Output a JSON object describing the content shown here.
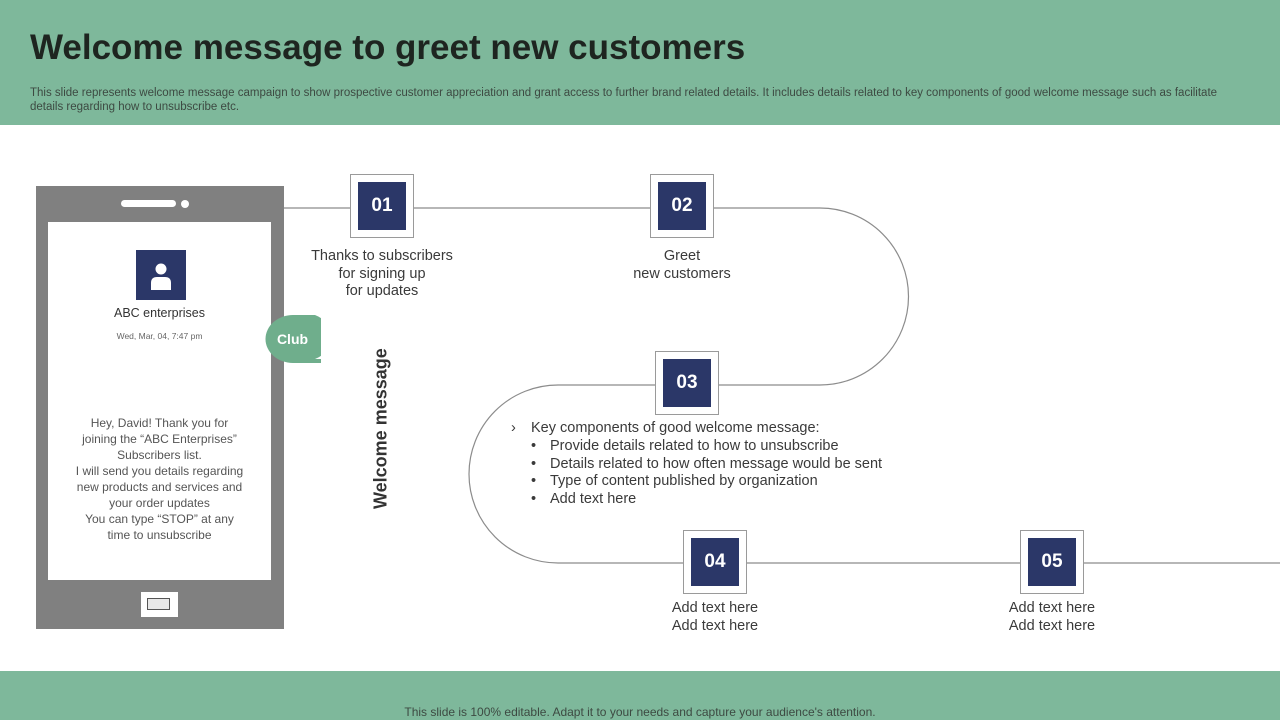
{
  "header": {
    "title": "Welcome message to greet new customers",
    "description": "This slide represents welcome message campaign to show prospective customer appreciation and grant access to further brand related details. It includes details related to key components of good welcome message such as facilitate details regarding how to unsubscribe etc."
  },
  "phone": {
    "sender": "ABC enterprises",
    "date": "Wed, Mar, 04, 7:47 pm",
    "message_lines": [
      "Hey, David!  Thank  you for",
      "joining the “ABC Enterprises”",
      "Subscribers list.",
      "I will send you details regarding",
      "new products and services  and",
      "your order updates",
      "You can type “STOP” at any",
      "time to unsubscribe"
    ],
    "badge_label": "Club"
  },
  "vertical_label": "Welcome message",
  "steps": [
    {
      "number": "01",
      "lines": [
        "Thanks to subscribers",
        "for signing up",
        "for updates"
      ]
    },
    {
      "number": "02",
      "lines": [
        "Greet",
        "new customers"
      ]
    },
    {
      "number": "03",
      "heading": "Key components of good welcome message:",
      "bullets": [
        "Provide details related to how to unsubscribe",
        "Details related to how often message would be sent",
        "Type of content published by organization",
        "Add text here"
      ]
    },
    {
      "number": "04",
      "lines": [
        "Add text here",
        "Add text here"
      ]
    },
    {
      "number": "05",
      "lines": [
        "Add text here",
        "Add text here"
      ]
    }
  ],
  "footer": {
    "text": "This slide is 100% editable. Adapt it to your needs and capture your audience's attention."
  },
  "colors": {
    "header_green": "#7eb89b",
    "badge_navy": "#2b3768",
    "phone_gray": "#808080",
    "club_green": "#6fae8c"
  },
  "icons": {
    "avatar": "user-icon",
    "list_marker": "chevron-right-icon"
  }
}
